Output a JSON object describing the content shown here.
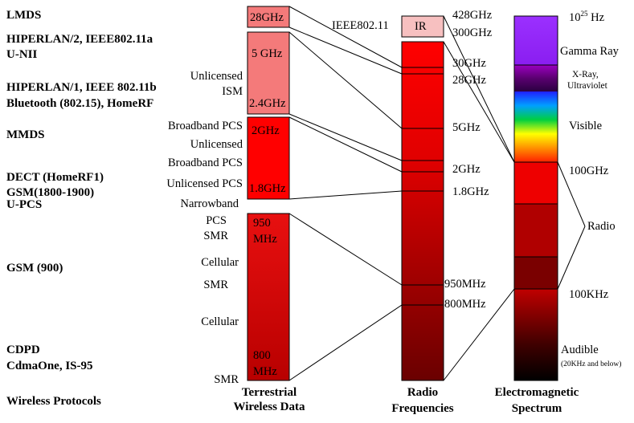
{
  "protocols": {
    "lmds": "LMDS",
    "hiperlan2": "HIPERLAN/2, IEEE802.11a",
    "unii": "U-NII",
    "hiperlan1": "HIPERLAN/1, IEEE 802.11b",
    "bluetooth": "Bluetooth (802.15), HomeRF",
    "mmds": "MMDS",
    "dect": "DECT (HomeRF1)",
    "gsm1800": "GSM(1800-1900)",
    "upcs": "U-PCS",
    "gsm900": "GSM (900)",
    "cdpd": "CDPD",
    "cdmaone": "CdmaOne, IS-95",
    "footer": "Wireless Protocols"
  },
  "bands": {
    "unlicensed_ism_1": "Unlicensed",
    "unlicensed_ism_2": "ISM",
    "broadband_pcs_1": "Broadband PCS",
    "unlicensed_1": "Unlicensed",
    "broadband_pcs_2": "Broadband PCS",
    "unlicensed_pcs": "Unlicensed PCS",
    "narrowband": "Narrowband",
    "pcs": "PCS",
    "smr_1": "SMR",
    "cellular_1": "Cellular",
    "smr_2": "SMR",
    "cellular_2": "Cellular",
    "smr_3": "SMR"
  },
  "terrestrial": {
    "f28": "28GHz",
    "f5": "5 GHz",
    "f24": "2.4GHz",
    "f2": "2GHz",
    "f18": "1.8GHz",
    "f950a": "950",
    "f950b": "MHz",
    "f800a": "800",
    "f800b": "MHz",
    "title1": "Terrestrial",
    "title2": "Wireless Data"
  },
  "radio": {
    "ieee": "IEEE802.11",
    "ir": "IR",
    "f428": "428GHz",
    "f300": "300GHz",
    "f30": "30GHz",
    "f28": "28GHz",
    "f5": "5GHz",
    "f2": "2GHz",
    "f18": "1.8GHz",
    "f950": "950MHz",
    "f800": "800MHz",
    "title1": "Radio",
    "title2": "Frequencies"
  },
  "spectrum": {
    "hz_base": "10",
    "hz_exp": "25",
    "hz_unit": "Hz",
    "gamma": "Gamma Ray",
    "xray1": "X-Ray,",
    "xray2": "Ultraviolet",
    "visible": "Visible",
    "f100ghz": "100GHz",
    "radio": "Radio",
    "f100khz": "100KHz",
    "audible": "Audible",
    "audible_note": "(20KHz and below)",
    "title1": "Electromagnetic",
    "title2": "Spectrum"
  },
  "colors": {
    "light_pink": "#f7b8b8",
    "salmon": "#f47a7a",
    "red": "#ff0000",
    "dark_red": "#8b0000"
  }
}
